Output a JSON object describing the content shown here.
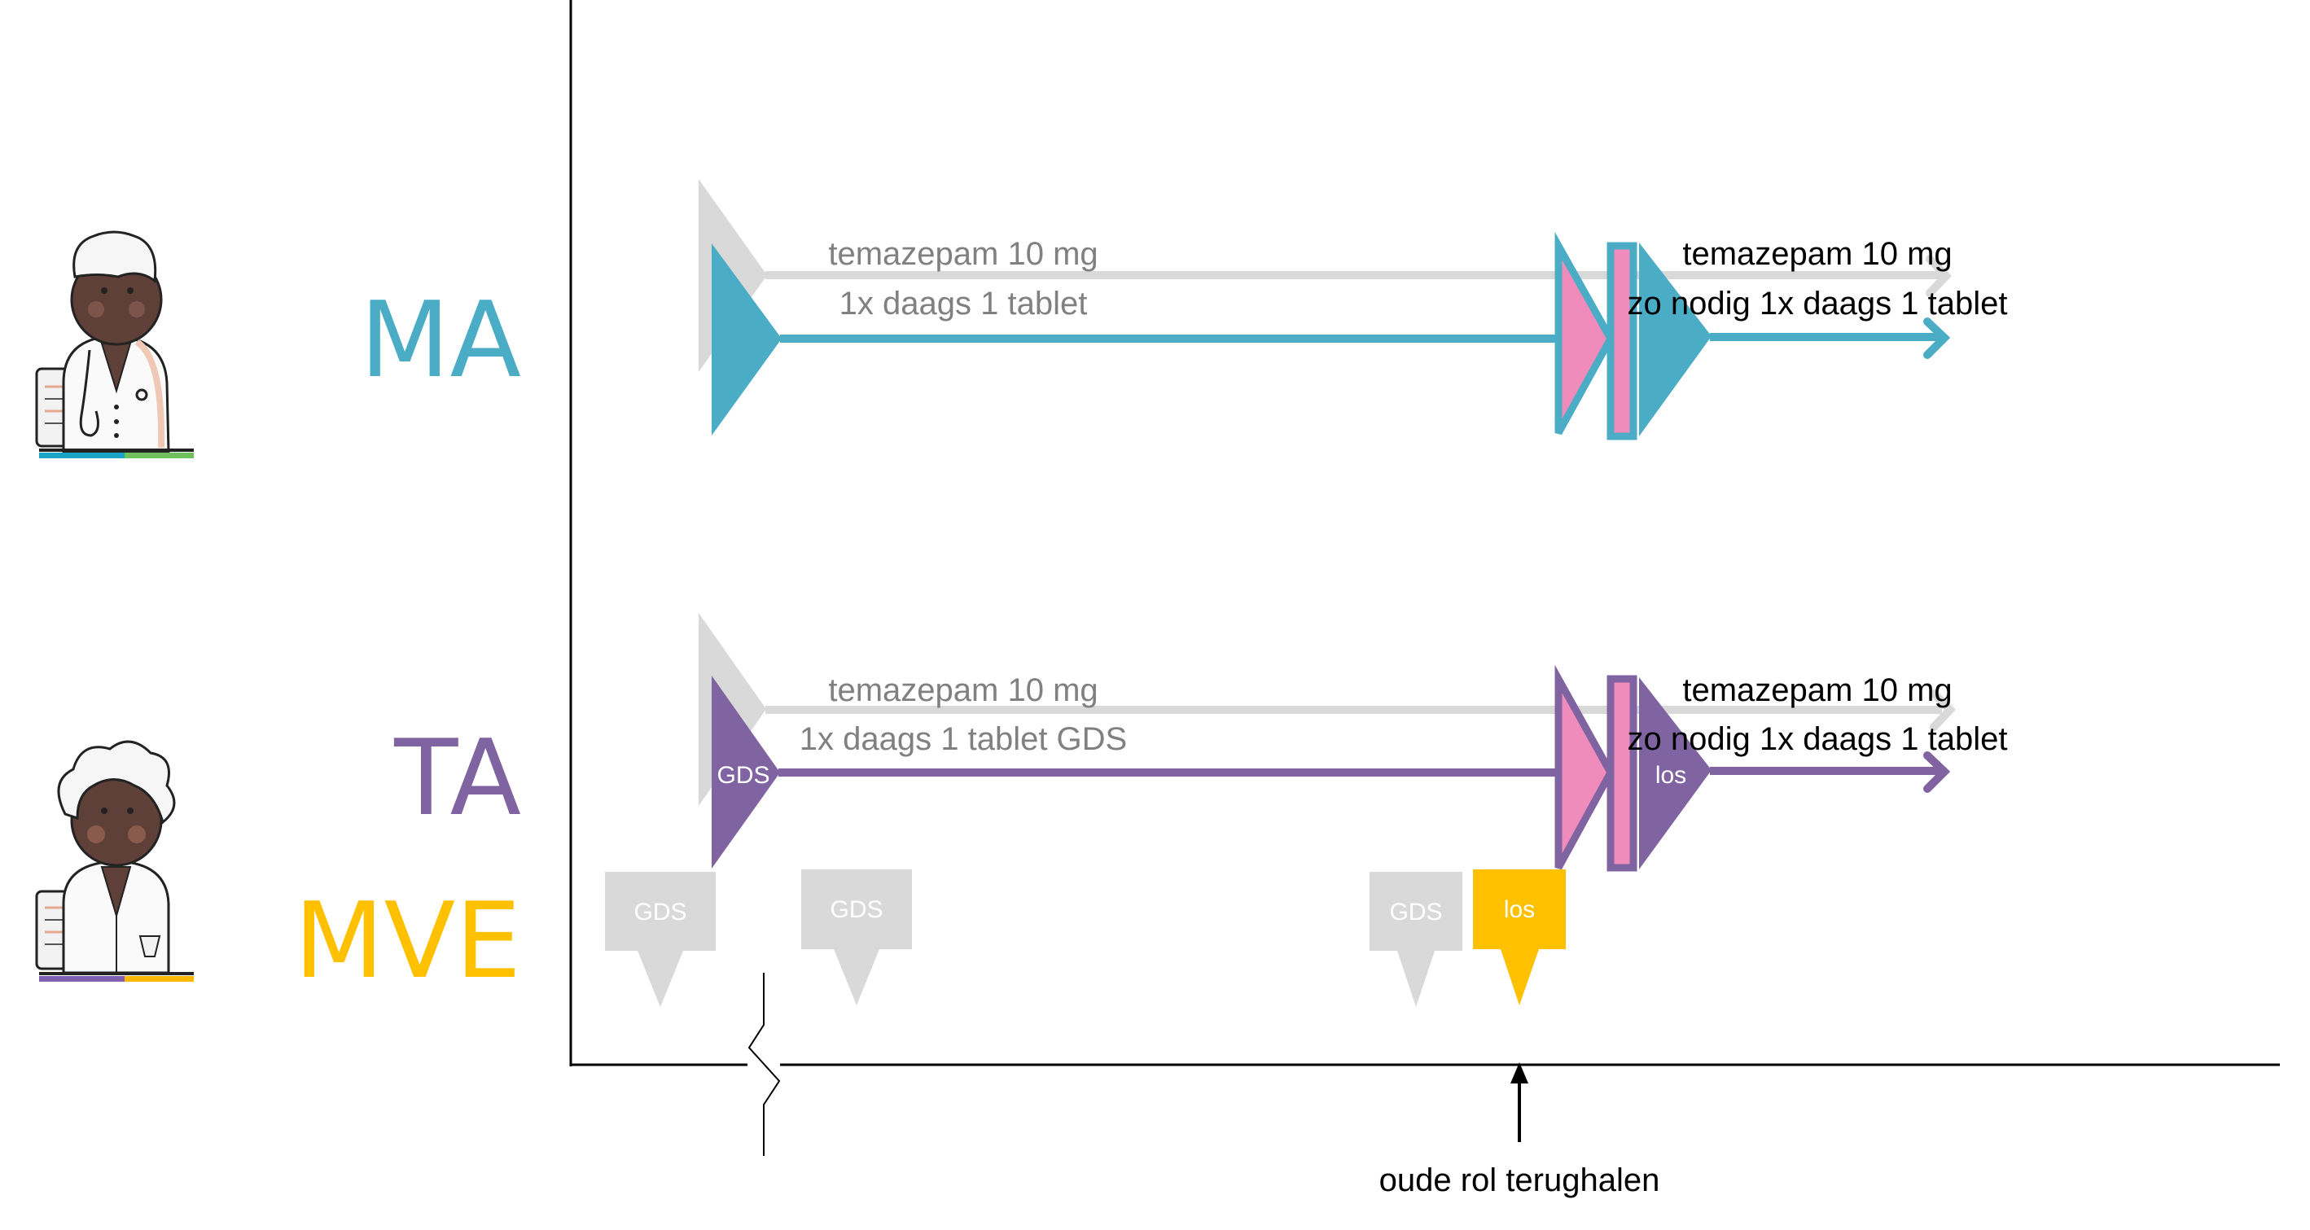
{
  "colors": {
    "ma": "#4BACC6",
    "ta": "#8064A2",
    "mve": "#FFC000",
    "stop_fill": "#F08CBB",
    "previous": "#D9D9D9",
    "previous_text": "#808080",
    "current_text": "#000000",
    "axis": "#000000"
  },
  "roles": {
    "ma": {
      "label": "MA",
      "avatar": "doctor-avatar"
    },
    "ta": {
      "label": "TA",
      "avatar": "pharmacist-avatar"
    },
    "mve": {
      "label": "MVE"
    }
  },
  "ma_row": {
    "previous_line1": "temazepam 10 mg",
    "previous_line2": "1x daags 1 tablet",
    "new_line1": "temazepam 10 mg",
    "new_line2": "zo nodig 1x daags 1 tablet"
  },
  "ta_row": {
    "start_marker_label": "GDS",
    "previous_line1": "temazepam 10 mg",
    "previous_line2": "1x daags 1 tablet GDS",
    "new_marker_label": "los",
    "new_line1": "temazepam 10 mg",
    "new_line2": "zo nodig 1x daags 1 tablet"
  },
  "mve_row": {
    "callouts": [
      {
        "label": "GDS",
        "state": "previous"
      },
      {
        "label": "GDS",
        "state": "previous"
      },
      {
        "label": "GDS",
        "state": "previous"
      },
      {
        "label": "los",
        "state": "current"
      }
    ]
  },
  "timeline": {
    "annotation": "oude rol terughalen",
    "break_marker": "axis-break"
  }
}
